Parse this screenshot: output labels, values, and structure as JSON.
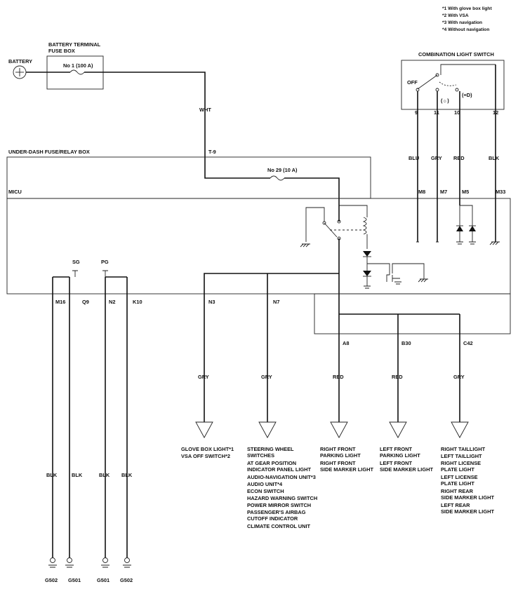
{
  "footnotes": [
    "*1 With glove box light",
    "*2 With VSA",
    "*3 With navigation",
    "*4 Without navigation"
  ],
  "battery": "BATTERY",
  "fuse_box": {
    "title_line1": "BATTERY TERMINAL",
    "title_line2": "FUSE BOX",
    "fuse": "No  1 (100 A)"
  },
  "wht": "WHT",
  "under_dash": {
    "title": "UNDER-DASH FUSE/RELAY BOX",
    "terminal": "T-9",
    "fuse": "No  29 (10 A)"
  },
  "micu": "MICU",
  "combo_switch": {
    "title": "COMBINATION LIGHT SWITCH",
    "off": "OFF",
    "pos1": "(☼)",
    "pos2": "(≡D)",
    "pins": [
      "9",
      "11",
      "10",
      "12"
    ],
    "wire_colors": [
      "BLU",
      "GRY",
      "RED",
      "BLK"
    ],
    "micu_terminals": [
      "M8",
      "M7",
      "M5",
      "M33"
    ]
  },
  "sg": "SG",
  "pg": "PG",
  "bottom_terminals": [
    "M16",
    "Q9",
    "N2",
    "K10",
    "N3",
    "N7"
  ],
  "output_terminals": [
    "A8",
    "B30",
    "C42"
  ],
  "output_wire_colors": [
    "GRY",
    "GRY",
    "RED",
    "RED",
    "GRY"
  ],
  "ground_wire_colors": [
    "BLK",
    "BLK",
    "BLK",
    "BLK"
  ],
  "grounds": [
    "G502",
    "G501",
    "G501",
    "G502"
  ],
  "loads": {
    "glove": [
      "GLOVE BOX LIGHT*1",
      "VSA OFF SWITCH*2"
    ],
    "steering": [
      "STEERING WHEEL",
      "SWITCHES",
      "AT GEAR POSITION",
      "INDICATOR PANEL LIGHT",
      "AUDIO-NAVIGATION UNIT*3",
      "AUDIO UNIT*4",
      "ECON SWITCH",
      "HAZARD WARNING SWITCH",
      "POWER MIRROR SWITCH",
      "PASSENGER'S AIRBAG",
      "CUTOFF INDICATOR",
      "CLIMATE CONTROL UNIT"
    ],
    "right_front": [
      "RIGHT FRONT",
      "PARKING LIGHT",
      "RIGHT FRONT",
      "SIDE MARKER LIGHT"
    ],
    "left_front": [
      "LEFT FRONT",
      "PARKING LIGHT",
      "LEFT FRONT",
      "SIDE MARKER LIGHT"
    ],
    "rear": [
      "RIGHT TAILLIGHT",
      "LEFT TAILLIGHT",
      "RIGHT LICENSE",
      "PLATE LIGHT",
      "LEFT LICENSE",
      "PLATE LIGHT",
      "RIGHT REAR",
      "SIDE MARKER LIGHT",
      "LEFT REAR",
      "SIDE MARKER LIGHT"
    ]
  }
}
